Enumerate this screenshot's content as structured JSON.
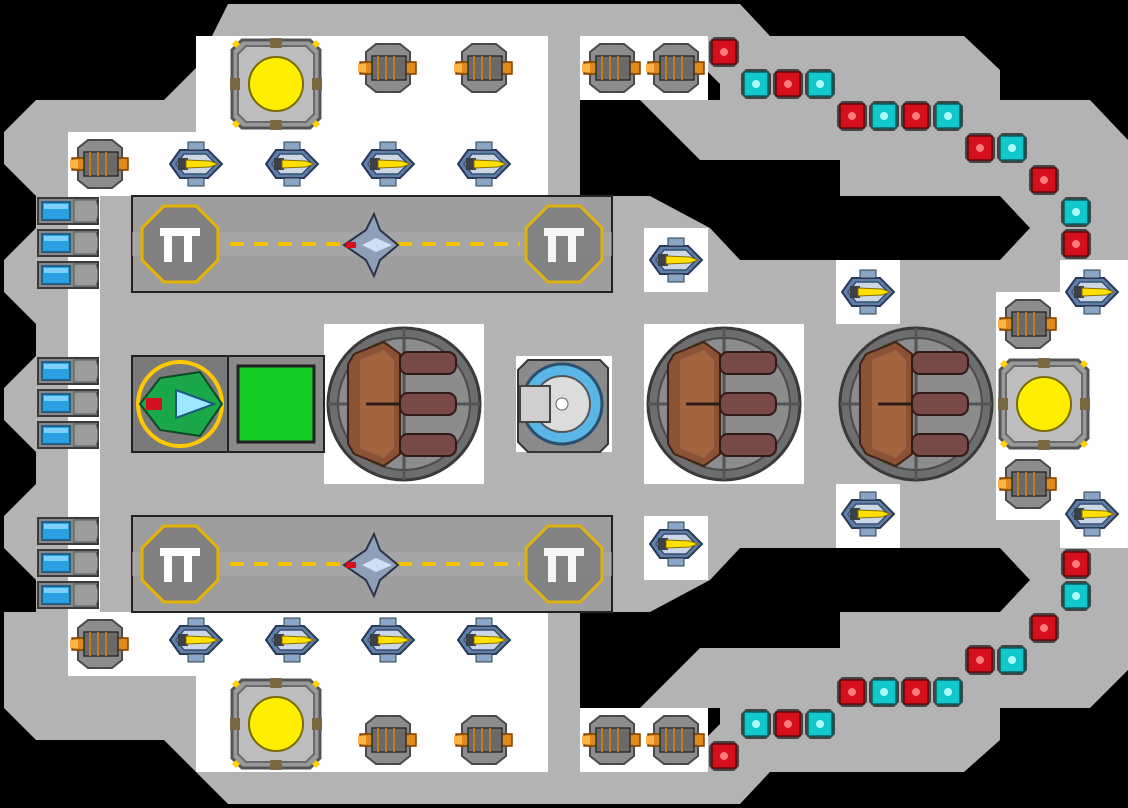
{
  "ship": {
    "name": "",
    "colors": {
      "background": "#000000",
      "hull": "#b3b3b3",
      "hull_edge": "#9a9a9a",
      "deck": "#ffffff",
      "runway": "#9e9e9e",
      "runway_stripe": "#f2c200",
      "core_yellow": "#ffee00",
      "shield_green": "#11cc22",
      "node_red": "#d3101c",
      "node_cyan": "#11c8cc",
      "battery_blue": "#2aa0e0",
      "armor_brown": "#8a5236"
    }
  },
  "hangars": [
    {
      "id": "upper",
      "pad_glyph": "TI",
      "fighter": "interceptor"
    },
    {
      "id": "lower",
      "pad_glyph": "TI",
      "fighter": "interceptor"
    }
  ],
  "modules": {
    "reactor_cores": [
      "reactor-core",
      "reactor-core",
      "reactor-core"
    ],
    "armor_pods": [
      "armor-pod",
      "armor-pod",
      "armor-pod"
    ],
    "shield_generator": "shield-generator",
    "command_bridge": "command-bridge",
    "fighter_bay": "fighter-bay"
  },
  "icons": {
    "cannon": "cannon-turret-icon",
    "missile": "missile-launcher-icon",
    "battery": "battery-cell-icon",
    "node_red": "red-node-icon",
    "node_cyan": "cyan-node-icon"
  }
}
